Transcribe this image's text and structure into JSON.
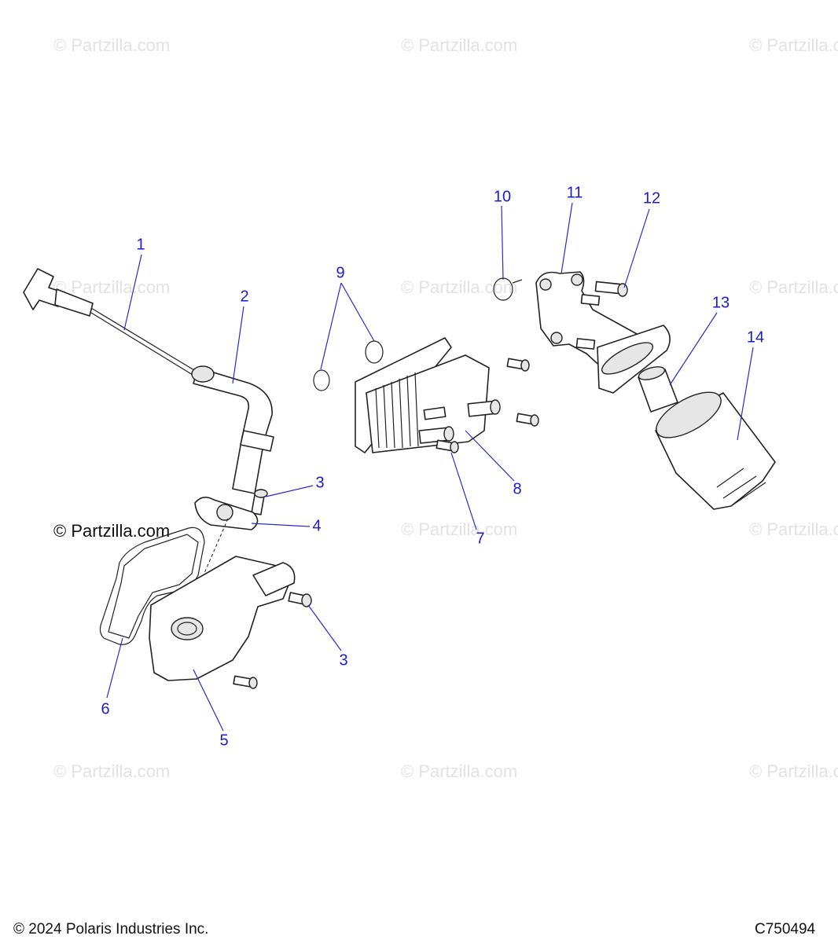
{
  "watermark_text": "© Partzilla.com",
  "credit_text": "© Partzilla.com",
  "footer": {
    "copyright": "© 2024 Polaris Industries Inc.",
    "diagram_code": "C750494"
  },
  "callouts": [
    "1",
    "2",
    "3",
    "4",
    "3",
    "5",
    "6",
    "7",
    "8",
    "9",
    "10",
    "11",
    "12",
    "13",
    "14"
  ],
  "colors": {
    "callout": "#1a1ad2",
    "watermark": "#e2e2e2",
    "line": "#222222"
  }
}
